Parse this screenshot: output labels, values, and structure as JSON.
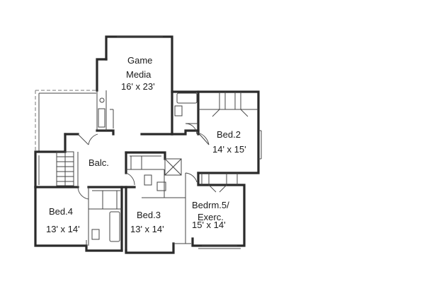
{
  "rooms": {
    "game_media": {
      "name_line1": "Game",
      "name_line2": "Media",
      "size": "16' x 23'"
    },
    "bed2": {
      "name": "Bed.2",
      "size": "14' x 15'"
    },
    "balcony": {
      "name": "Balc."
    },
    "bed4": {
      "name": "Bed.4",
      "size": "13' x 14'"
    },
    "bed3": {
      "name": "Bed.3",
      "size": "13' x 14'"
    },
    "bed5": {
      "name_line1": "Bedrm.5/",
      "name_line2": "Exerc.",
      "size": "15' x 14'"
    }
  }
}
